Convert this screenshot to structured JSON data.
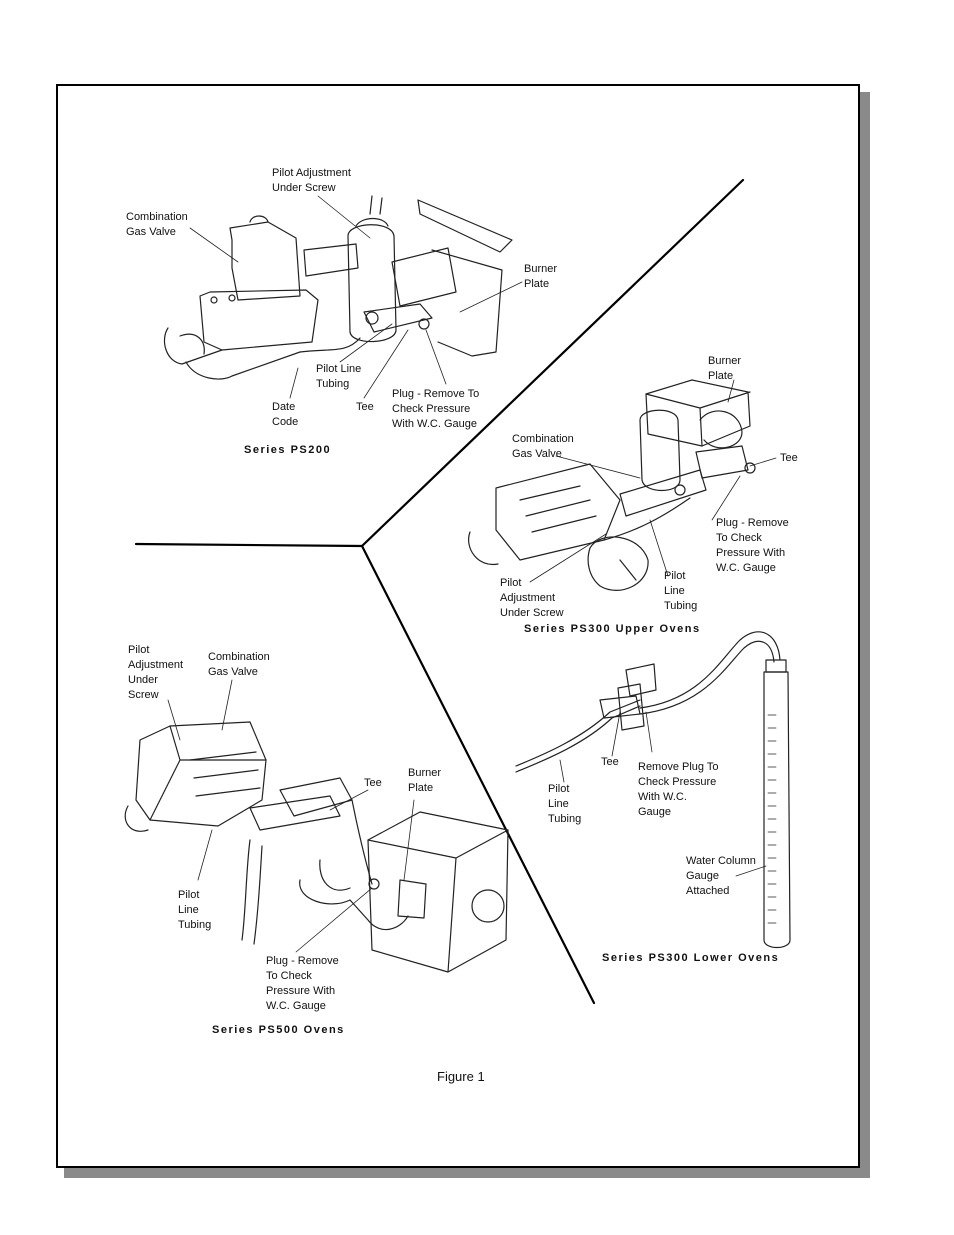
{
  "figure_caption": "Figure 1",
  "panels": {
    "ps200": {
      "title": "Series PS200",
      "labels": {
        "pilot_adjustment": "Pilot Adjustment\nUnder Screw",
        "combination_gas_valve": "Combination\nGas Valve",
        "burner_plate": "Burner\nPlate",
        "pilot_line_tubing": "Pilot Line\nTubing",
        "date_code": "Date\nCode",
        "tee": "Tee",
        "plug": "Plug - Remove  To\nCheck Pressure\nWith W.C. Gauge"
      }
    },
    "ps300_upper": {
      "title": "Series PS300 Upper Ovens",
      "labels": {
        "burner_plate": "Burner\nPlate",
        "combination_gas_valve": "Combination\nGas Valve",
        "tee": "Tee",
        "plug": "Plug - Remove\nTo Check\nPressure With\nW.C. Gauge",
        "pilot_line_tubing": "Pilot\nLine\nTubing",
        "pilot_adjustment": "Pilot\nAdjustment\nUnder Screw"
      }
    },
    "ps300_lower": {
      "title": "Series PS300 Lower Ovens",
      "labels": {
        "tee": "Tee",
        "remove_plug": "Remove Plug To\nCheck Pressure\nWith W.C.\nGauge",
        "pilot_line_tubing": "Pilot\nLine\nTubing",
        "water_column": "Water Column\nGauge\nAttached"
      }
    },
    "ps500": {
      "title": "Series PS500 Ovens",
      "labels": {
        "pilot_adjustment": "Pilot\nAdjustment\nUnder\nScrew",
        "combination_gas_valve": "Combination\nGas Valve",
        "tee": "Tee",
        "burner_plate": "Burner\nPlate",
        "pilot_line_tubing": "Pilot\nLine\nTubing",
        "plug": "Plug - Remove\nTo Check\nPressure With\nW.C. Gauge"
      }
    }
  }
}
